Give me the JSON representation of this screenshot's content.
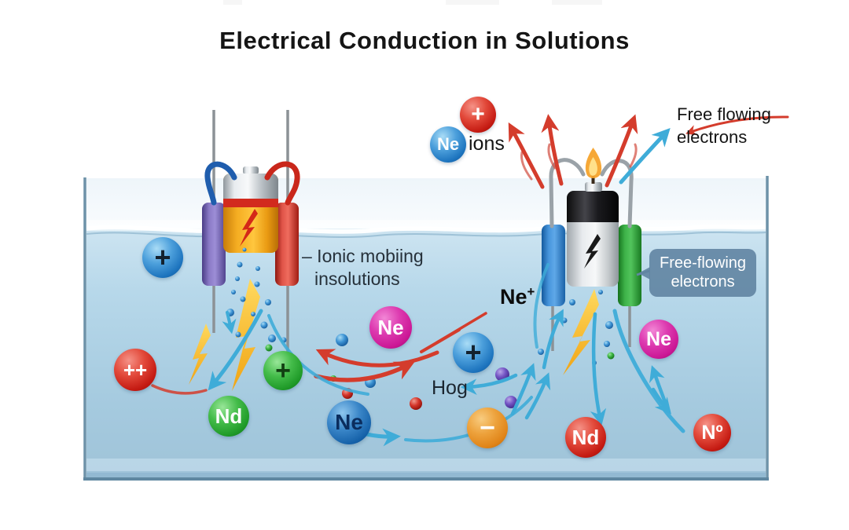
{
  "title": "Electrical Conduction in Solutions",
  "legend": {
    "plus": "+",
    "ne": "Ne",
    "ions_label": "ions",
    "free_flowing_line1": "Free flowing",
    "free_flowing_line2": "electrons"
  },
  "annotations": {
    "ionic_line1": "– Ionic mobiing",
    "ionic_line2": "insolutions",
    "ne_plus_base": "Ne",
    "ne_plus_sup": "+",
    "hog": "Hog",
    "box_line1": "Free-flowing",
    "box_line2": "electrons"
  },
  "ions": {
    "blue_plus_left": "+",
    "red_double_plus": "++",
    "green_plus": "+",
    "green_nd": "Nd",
    "magenta_ne_mid": "Ne",
    "blue_plus_mid": "+",
    "navy_ne": "Ne",
    "orange_minus": "−",
    "red_nd": "Nd",
    "magenta_ne_right": "Ne",
    "red_n_super_o": "Nº"
  },
  "colors": {
    "water": "#a9cee3",
    "tank_wall": "#6d92a8",
    "ion_blue": "#1d74be",
    "ion_red": "#c41a12",
    "ion_green": "#1f9a28",
    "ion_magenta": "#cb1795",
    "ion_orange": "#e08418",
    "arrow_red": "#d43c2c",
    "arrow_cyan": "#3facd8",
    "bolt_yellow": "#f6b81e",
    "label_box": "#6084a2",
    "battery_amber": "#f5ad22",
    "electrode_purple": "#8a7ac6",
    "electrode_red": "#e05448",
    "electrode_blue": "#4795dc",
    "electrode_green": "#3eb349"
  }
}
